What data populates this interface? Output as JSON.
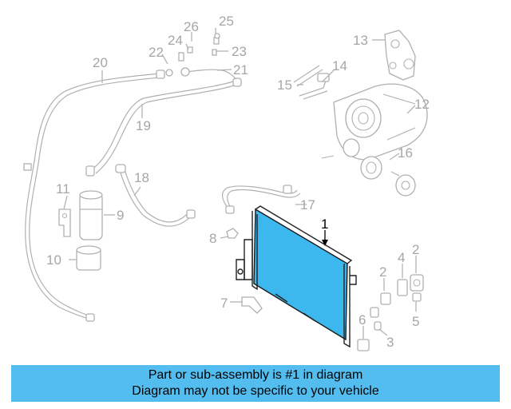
{
  "diagram": {
    "highlight_color": "#3cb8ef",
    "callouts": [
      {
        "id": "1",
        "label": "1",
        "highlighted": true
      },
      {
        "id": "2a",
        "label": "2",
        "highlighted": false
      },
      {
        "id": "2b",
        "label": "2",
        "highlighted": false
      },
      {
        "id": "3",
        "label": "3",
        "highlighted": false
      },
      {
        "id": "4",
        "label": "4",
        "highlighted": false
      },
      {
        "id": "5",
        "label": "5",
        "highlighted": false
      },
      {
        "id": "6",
        "label": "6",
        "highlighted": false
      },
      {
        "id": "7",
        "label": "7",
        "highlighted": false
      },
      {
        "id": "8",
        "label": "8",
        "highlighted": false
      },
      {
        "id": "9",
        "label": "9",
        "highlighted": false
      },
      {
        "id": "10",
        "label": "10",
        "highlighted": false
      },
      {
        "id": "11",
        "label": "11",
        "highlighted": false
      },
      {
        "id": "12",
        "label": "12",
        "highlighted": false
      },
      {
        "id": "13",
        "label": "13",
        "highlighted": false
      },
      {
        "id": "14",
        "label": "14",
        "highlighted": false
      },
      {
        "id": "15",
        "label": "15",
        "highlighted": false
      },
      {
        "id": "16",
        "label": "16",
        "highlighted": false
      },
      {
        "id": "17",
        "label": "17",
        "highlighted": false
      },
      {
        "id": "18",
        "label": "18",
        "highlighted": false
      },
      {
        "id": "19",
        "label": "19",
        "highlighted": false
      },
      {
        "id": "20",
        "label": "20",
        "highlighted": false
      },
      {
        "id": "21",
        "label": "21",
        "highlighted": false
      },
      {
        "id": "22",
        "label": "22",
        "highlighted": false
      },
      {
        "id": "23",
        "label": "23",
        "highlighted": false
      },
      {
        "id": "24",
        "label": "24",
        "highlighted": false
      },
      {
        "id": "25",
        "label": "25",
        "highlighted": false
      },
      {
        "id": "26",
        "label": "26",
        "highlighted": false
      }
    ]
  },
  "banner": {
    "line1": "Part or sub-assembly is #1 in diagram",
    "line2": "Diagram may not be specific to your vehicle",
    "color": "#54bdf0"
  }
}
